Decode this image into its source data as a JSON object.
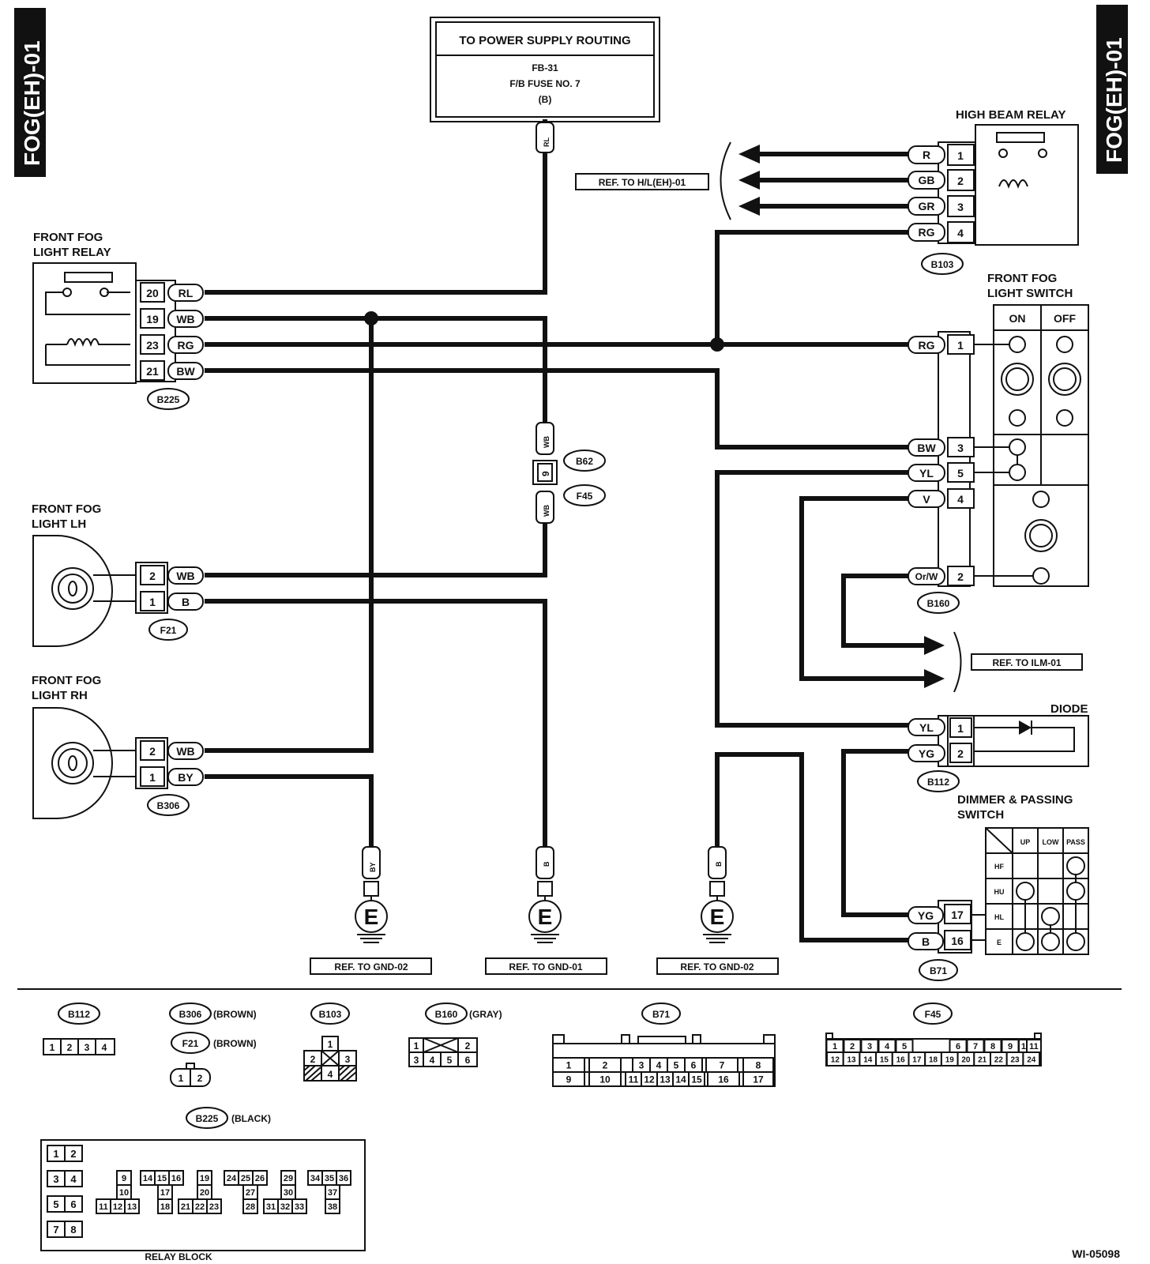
{
  "tabs": {
    "left": "FOG(EH)-01",
    "right": "FOG(EH)-01"
  },
  "power": {
    "title": "TO POWER SUPPLY ROUTING",
    "line1": "FB-31",
    "line2": "F/B FUSE NO. 7",
    "line3": "(B)",
    "wire": "RL"
  },
  "high_beam_relay": {
    "title": "HIGH BEAM RELAY",
    "connector": "B103",
    "pins": [
      {
        "no": "1",
        "wire": "R"
      },
      {
        "no": "2",
        "wire": "GB"
      },
      {
        "no": "3",
        "wire": "GR"
      },
      {
        "no": "4",
        "wire": "RG"
      }
    ],
    "ref": "REF. TO H/L(EH)-01"
  },
  "fog_relay": {
    "title1": "FRONT FOG",
    "title2": "LIGHT RELAY",
    "connector": "B225",
    "pins": [
      {
        "no": "20",
        "wire": "RL"
      },
      {
        "no": "19",
        "wire": "WB"
      },
      {
        "no": "23",
        "wire": "RG"
      },
      {
        "no": "21",
        "wire": "BW"
      }
    ]
  },
  "fog_switch": {
    "title1": "FRONT FOG",
    "title2": "LIGHT SWITCH",
    "on": "ON",
    "off": "OFF",
    "connector": "B160",
    "pins": [
      {
        "no": "1",
        "wire": "RG"
      },
      {
        "no": "3",
        "wire": "BW"
      },
      {
        "no": "5",
        "wire": "YL"
      },
      {
        "no": "4",
        "wire": "V"
      },
      {
        "no": "2",
        "wire": "Or/W"
      }
    ]
  },
  "joint": {
    "wire_top": "WB",
    "pin": "9",
    "wire_bottom": "WB",
    "conn_top": "B62",
    "conn_bottom": "F45"
  },
  "fog_lh": {
    "title1": "FRONT FOG",
    "title2": "LIGHT LH",
    "connector": "F21",
    "pins": [
      {
        "no": "2",
        "wire": "WB"
      },
      {
        "no": "1",
        "wire": "B"
      }
    ]
  },
  "fog_rh": {
    "title1": "FRONT FOG",
    "title2": "LIGHT RH",
    "connector": "B306",
    "pins": [
      {
        "no": "2",
        "wire": "WB"
      },
      {
        "no": "1",
        "wire": "BY"
      }
    ]
  },
  "ilm_ref": "REF. TO ILM-01",
  "diode": {
    "title": "DIODE",
    "connector": "B112",
    "pins": [
      {
        "no": "1",
        "wire": "YL"
      },
      {
        "no": "2",
        "wire": "YG"
      }
    ]
  },
  "dimmer": {
    "title1": "DIMMER & PASSING",
    "title2": "SWITCH",
    "connector": "B71",
    "cols": [
      "UP",
      "LOW",
      "PASS"
    ],
    "rows": [
      "HF",
      "HU",
      "HL",
      "E"
    ],
    "pins": [
      {
        "no": "17",
        "wire": "YG"
      },
      {
        "no": "16",
        "wire": "B"
      }
    ]
  },
  "grounds": [
    {
      "wire": "BY",
      "symbol": "E",
      "ref": "REF. TO GND-02"
    },
    {
      "wire": "B",
      "symbol": "E",
      "ref": "REF. TO GND-01"
    },
    {
      "wire": "B",
      "symbol": "E",
      "ref": "REF. TO GND-02"
    }
  ],
  "legend": {
    "b112": {
      "name": "B112",
      "pins": [
        "1",
        "2",
        "3",
        "4"
      ]
    },
    "b306": {
      "name": "B306",
      "color": "(BROWN)"
    },
    "f21": {
      "name": "F21",
      "color": "(BROWN)",
      "pins": [
        "1",
        "2"
      ]
    },
    "b103": {
      "name": "B103",
      "pins": [
        "1",
        "2",
        "3",
        "4"
      ]
    },
    "b160": {
      "name": "B160",
      "color": "(GRAY)",
      "pins": [
        "1",
        "2",
        "3",
        "4",
        "5",
        "6"
      ]
    },
    "b71": {
      "name": "B71",
      "row1": [
        "1",
        "2",
        "3",
        "4",
        "5",
        "6",
        "7",
        "8"
      ],
      "row2": [
        "9",
        "10",
        "11",
        "12",
        "13",
        "14",
        "15",
        "16",
        "17"
      ]
    },
    "f45": {
      "name": "F45",
      "row1": [
        "1",
        "2",
        "3",
        "4",
        "5",
        "6",
        "7",
        "8",
        "9",
        "10",
        "11"
      ],
      "row2": [
        "12",
        "13",
        "14",
        "15",
        "16",
        "17",
        "18",
        "19",
        "20",
        "21",
        "22",
        "23",
        "24"
      ]
    },
    "b225": {
      "name": "B225",
      "color": "(BLACK)",
      "caption": "RELAY BLOCK",
      "pins": [
        "1",
        "2",
        "3",
        "4",
        "5",
        "6",
        "7",
        "8",
        "9",
        "10",
        "11",
        "12",
        "13",
        "14",
        "15",
        "16",
        "17",
        "18",
        "19",
        "20",
        "21",
        "22",
        "23",
        "24",
        "25",
        "26",
        "27",
        "28",
        "29",
        "30",
        "31",
        "32",
        "33",
        "34",
        "35",
        "36",
        "37",
        "38"
      ]
    }
  },
  "figure_id": "WI-05098"
}
